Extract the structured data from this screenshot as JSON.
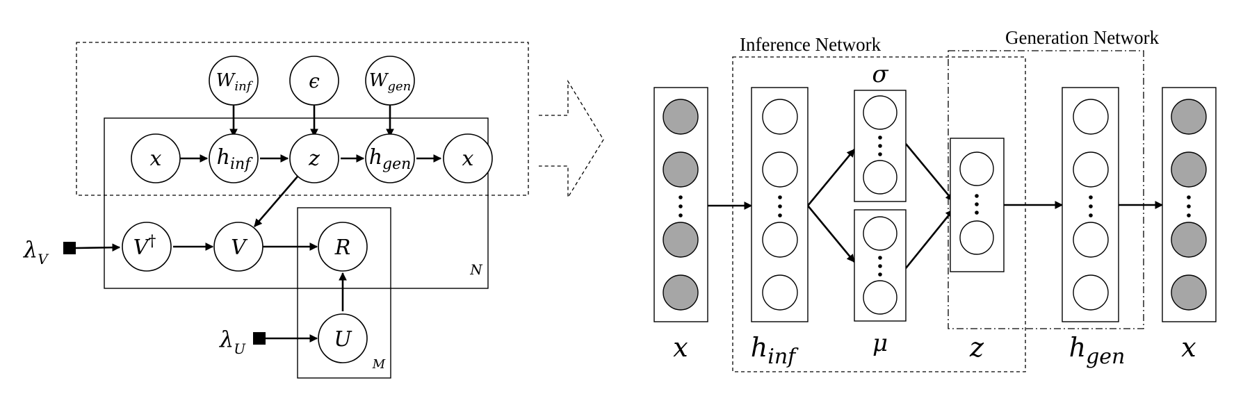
{
  "graphical_model": {
    "nodes": {
      "w_inf": {
        "base": "W",
        "sub": "inf"
      },
      "eps": {
        "base": "ϵ"
      },
      "w_gen": {
        "base": "W",
        "sub": "gen"
      },
      "x_in": {
        "base": "x"
      },
      "h_inf": {
        "base": "h",
        "sub": "inf"
      },
      "z": {
        "base": "z"
      },
      "h_gen": {
        "base": "h",
        "sub": "gen"
      },
      "x_out": {
        "base": "x"
      },
      "v_dag": {
        "base": "V",
        "sup": "†"
      },
      "v": {
        "base": "V"
      },
      "r": {
        "base": "R"
      },
      "u": {
        "base": "U"
      }
    },
    "priors": {
      "lambda_v": {
        "base": "λ",
        "sub": "V"
      },
      "lambda_u": {
        "base": "λ",
        "sub": "U"
      }
    },
    "plates": {
      "n_label": "N",
      "m_label": "M"
    }
  },
  "network": {
    "inference_title": "Inference Network",
    "generation_title": "Generation Network",
    "sigma": "σ",
    "mu": "μ",
    "col_labels": {
      "x_in": {
        "base": "x"
      },
      "h_inf": {
        "base": "h",
        "sub": "inf"
      },
      "z": {
        "base": "z"
      },
      "h_gen": {
        "base": "h",
        "sub": "gen"
      },
      "x_out": {
        "base": "x"
      }
    }
  }
}
